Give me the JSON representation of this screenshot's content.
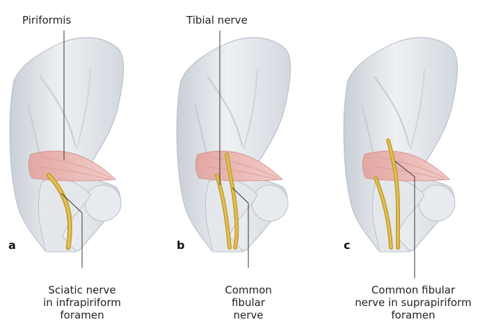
{
  "panels": [
    {
      "letter": "a",
      "top_label": "Piriformis",
      "bottom_label": [
        "Sciatic nerve",
        "in infrapiriform",
        "foramen"
      ]
    },
    {
      "letter": "b",
      "top_label": "Tibial nerve",
      "bottom_label": [
        "Common",
        "fibular",
        "nerve"
      ]
    },
    {
      "letter": "c",
      "top_label": "",
      "bottom_label": [
        "Common fibular",
        "nerve in suprapiriform",
        "foramen"
      ]
    }
  ],
  "colors": {
    "bone": "#dfe3e8",
    "bone_edge": "#b9c0c9",
    "muscle": "#e9b8b4",
    "nerve": "#c9a431",
    "leader": "#333333"
  }
}
